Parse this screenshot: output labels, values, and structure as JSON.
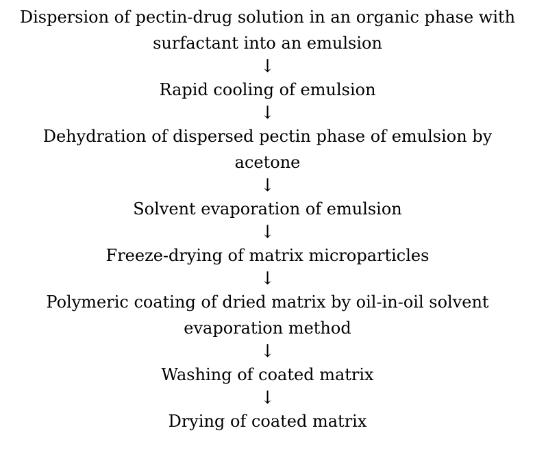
{
  "flowchart": {
    "steps": [
      {
        "text": "Dispersion of pectin-drug solution in an organic phase with surfactant into an emulsion"
      },
      {
        "text": "Rapid cooling of emulsion"
      },
      {
        "text": "Dehydration of dispersed pectin phase of emulsion by acetone"
      },
      {
        "text": "Solvent evaporation of emulsion"
      },
      {
        "text": "Freeze-drying of matrix microparticles"
      },
      {
        "text": "Polymeric coating of dried matrix by oil-in-oil solvent evaporation method"
      },
      {
        "text": "Washing of coated matrix"
      },
      {
        "text": "Drying of coated matrix"
      }
    ],
    "arrow_glyph": "↓"
  }
}
